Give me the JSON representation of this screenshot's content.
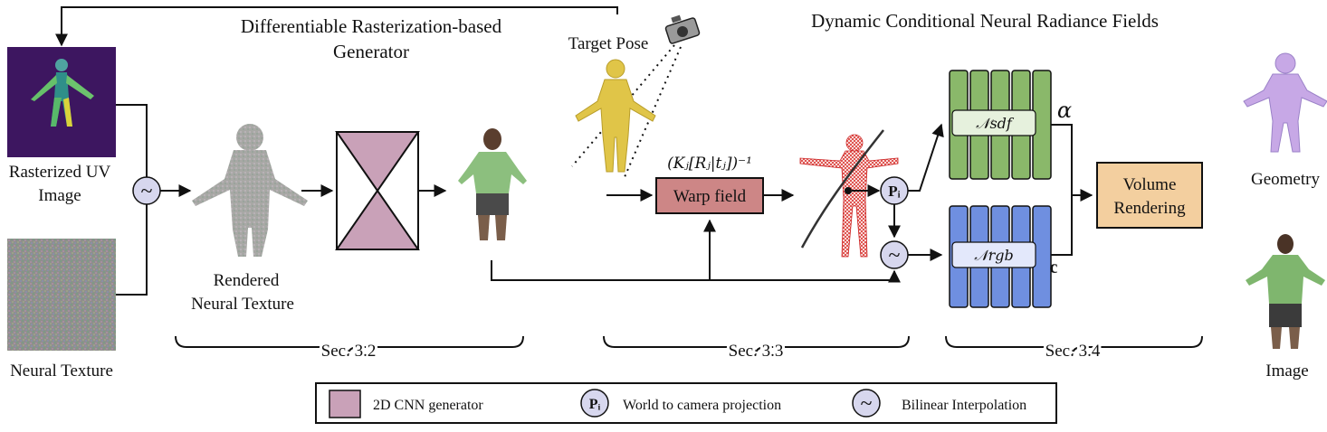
{
  "titles": {
    "generator_line1": "Differentiable Rasterization-based",
    "generator_line2": "Generator",
    "nerf": "Dynamic Conditional Neural Radiance Fields"
  },
  "labels": {
    "rasterized_line1": "Rasterized UV",
    "rasterized_line2": "Image",
    "neural_texture": "Neural Texture",
    "rendered_line1": "Rendered",
    "rendered_line2": "Neural Texture",
    "target_pose": "Target Pose",
    "camera_transform": "(Kⱼ[Rⱼ|tⱼ])⁻¹",
    "warp_field": "Warp field",
    "n_sdf": "𝒩sdf",
    "n_rgb": "𝒩rgb",
    "alpha": "α",
    "color": "c",
    "volume_line1": "Volume",
    "volume_line2": "Rendering",
    "geometry": "Geometry",
    "image": "Image",
    "p_i": "Pᵢ",
    "interp_symbol": "~"
  },
  "sections": {
    "sec32": "Sec. 3.2",
    "sec33": "Sec. 3.3",
    "sec34": "Sec. 3.4"
  },
  "legend": {
    "cnn": "2D CNN generator",
    "projection": "World to camera projection",
    "projection_symbol": "Pᵢ",
    "bilinear": "Bilinear Interpolation",
    "bilinear_symbol": "~"
  },
  "colors": {
    "cnn": "#c9a1b8",
    "warp": "#cd8686",
    "sdf": "#8ab86a",
    "rgb": "#6f8fe0",
    "volume": "#f3cf9f",
    "node": "#d7d7ee"
  }
}
